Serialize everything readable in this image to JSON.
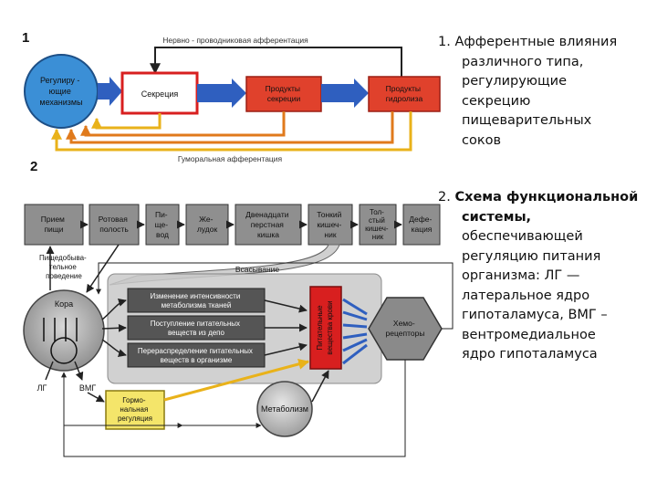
{
  "markers": {
    "first": "1",
    "second": "2"
  },
  "diagram1": {
    "top_arrow_label": "Нервно - проводниковая афферентация",
    "bottom_arrow_label": "Гуморальная афферентация",
    "regulating": [
      "Регулиру -",
      "ющие",
      "механизмы"
    ],
    "secretion": [
      "Секреция"
    ],
    "products": [
      "Продукты",
      "секреции"
    ],
    "hydrolysis": [
      "Продукты",
      "гидролиза"
    ]
  },
  "diagram2": {
    "chain": [
      {
        "lines": [
          "Прием",
          "пищи"
        ]
      },
      {
        "lines": [
          "Ротовая",
          "полость"
        ]
      },
      {
        "lines": [
          "Пи-",
          "ще-",
          "вод"
        ]
      },
      {
        "lines": [
          "Же-",
          "лудок"
        ]
      },
      {
        "lines": [
          "Двенадцати",
          "перстная",
          "кишка"
        ]
      },
      {
        "lines": [
          "Тонкий",
          "кишеч-",
          "ник"
        ]
      },
      {
        "lines": [
          "Тол-",
          "стый",
          "кишеч-",
          "ник"
        ]
      },
      {
        "lines": [
          "Дефе-",
          "кация"
        ]
      }
    ],
    "behavior": [
      "Пищедобыва-",
      "тельное",
      "поведение"
    ],
    "absorption": "Всасывание",
    "cortex": "Кора",
    "actions": [
      {
        "lines": [
          "Изменение интенсивности",
          "метаболизма тканей"
        ]
      },
      {
        "lines": [
          "Поступление питательных",
          "веществ из депо"
        ]
      },
      {
        "lines": [
          "Перераспределение питательных",
          "веществ в организме"
        ]
      }
    ],
    "blood": [
      "Питательные",
      "вещества крови"
    ],
    "receptors": [
      "Хемо-",
      "рецепторы"
    ],
    "lg": "ЛГ",
    "vmg": "ВМГ",
    "hormonal": [
      "Гормо-",
      "нальная",
      "регуляция"
    ],
    "metabolism": "Метаболизм"
  },
  "descriptions": {
    "first": {
      "number": "1.",
      "first_line": "Афферентные  влияния",
      "rest": [
        "различного  типа,",
        "регулирующие",
        "секрецию",
        "пищеварительных",
        "соков"
      ]
    },
    "second": {
      "number": "2.",
      "heading": [
        "Схема функциональной",
        "системы,"
      ],
      "body": [
        "обеспечивающей",
        "регуляцию питания",
        "организма: ЛГ —",
        "латеральное ядро",
        "гипоталамуса, ВМГ –",
        "вентромедиальное",
        "ядро гипоталамуса"
      ]
    }
  },
  "colors": {
    "regulating": "#3b8fd6",
    "secretion": "#d81f1f",
    "product": "#e0412c",
    "arrow_yellow": "#e9b21a",
    "arrow_orange": "#e07a1c",
    "arrow_blue": "#2f5fbf",
    "hormonal": "#f4e56a",
    "box_grey": "#8f8f8f"
  }
}
